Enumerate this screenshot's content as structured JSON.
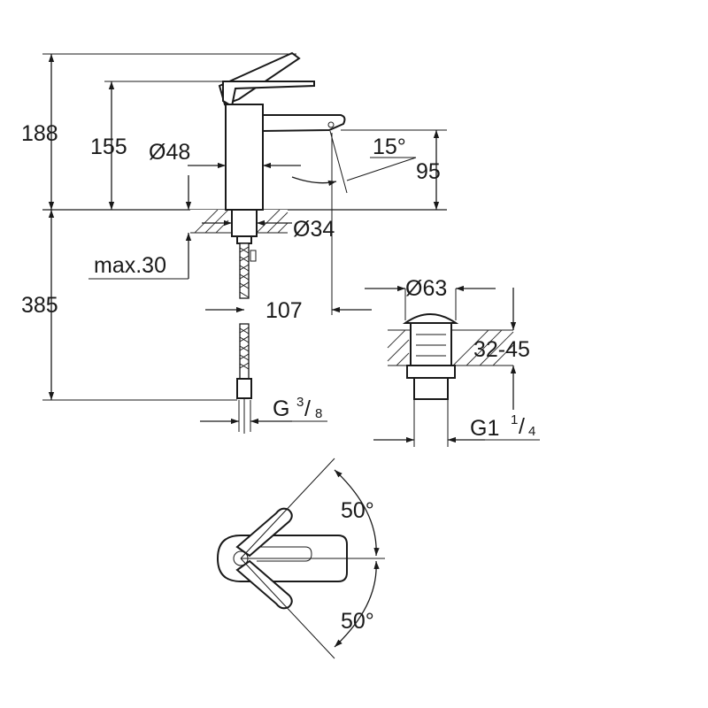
{
  "dimensions": {
    "total_height": "188",
    "spout_height": "155",
    "body_diameter": "Ø48",
    "spout_angle": "15°",
    "outlet_height": "95",
    "hole_diameter": "Ø34",
    "max_deck_thickness": "max.30",
    "hose_length": "385",
    "projection": "107",
    "hose_connection": "G",
    "hose_connection_num": "3",
    "hose_connection_den": "8",
    "waste_diameter": "Ø63",
    "waste_range": "32-45",
    "waste_thread": "G1",
    "waste_thread_num": "1",
    "waste_thread_den": "4",
    "lever_angle_top": "50°",
    "lever_angle_bottom": "50°"
  }
}
